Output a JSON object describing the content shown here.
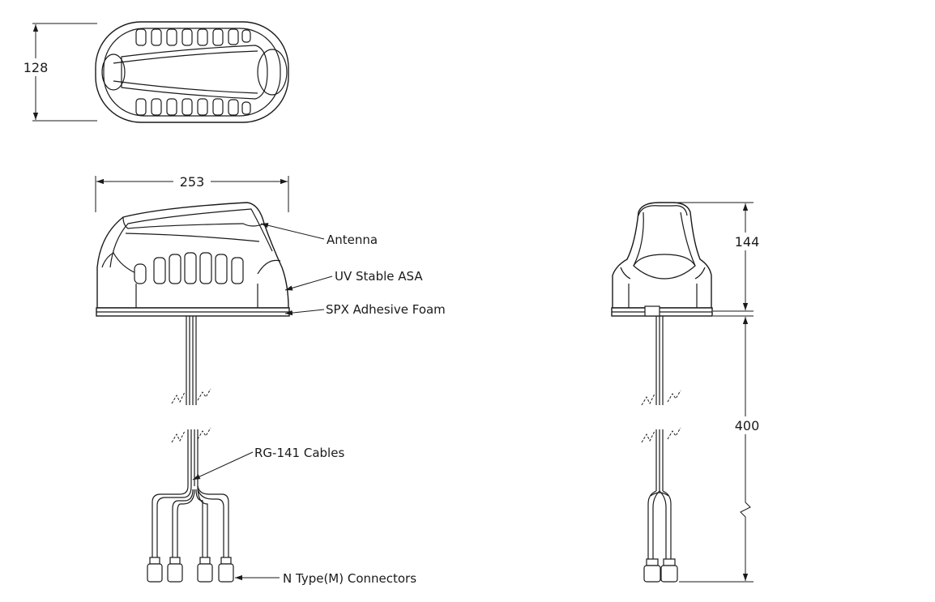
{
  "dimensions": {
    "width": "128",
    "length": "253",
    "height": "144",
    "cable_length": "400"
  },
  "callouts": {
    "antenna": "Antenna",
    "uv_stable": "UV Stable ASA",
    "spx_foam": "SPX Adhesive Foam",
    "cables": "RG-141 Cables",
    "connectors": "N Type(M) Connectors"
  }
}
